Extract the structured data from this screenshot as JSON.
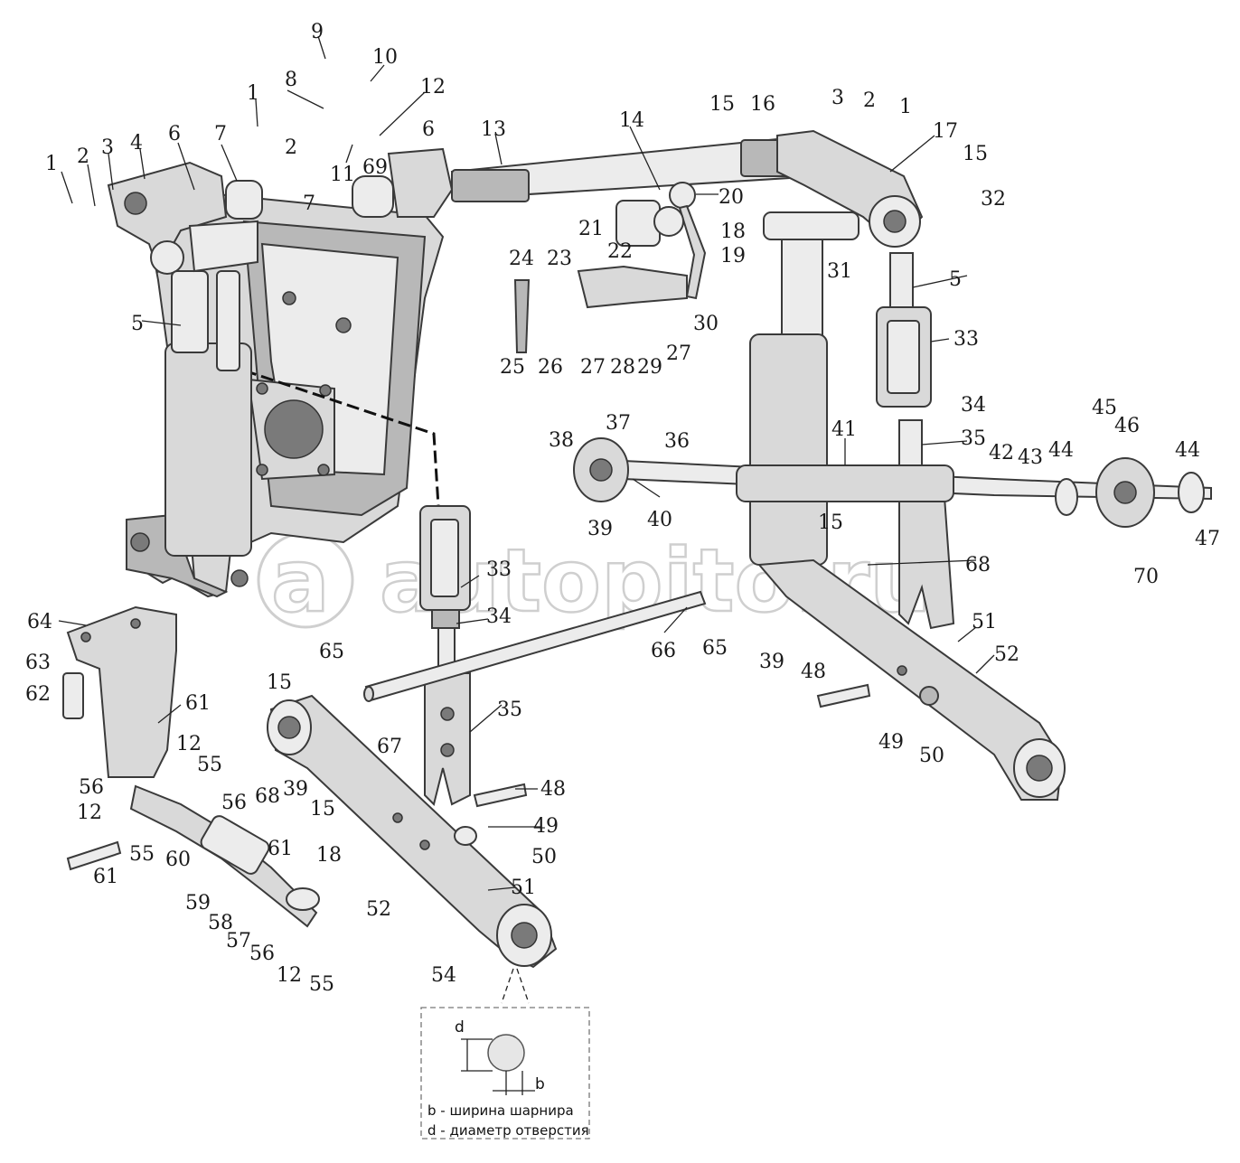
{
  "watermark": "autopito.ru",
  "legend": {
    "b": "b -  ширина шарнира",
    "d": "d - диаметр отверстия",
    "dim_b": "b",
    "dim_d": "d"
  },
  "labels": [
    {
      "n": "1"
    },
    {
      "n": "2"
    },
    {
      "n": "3"
    },
    {
      "n": "4"
    },
    {
      "n": "6"
    },
    {
      "n": "7"
    },
    {
      "n": "1"
    },
    {
      "n": "2"
    },
    {
      "n": "8"
    },
    {
      "n": "9"
    },
    {
      "n": "10"
    },
    {
      "n": "12"
    },
    {
      "n": "11"
    },
    {
      "n": "69"
    },
    {
      "n": "6"
    },
    {
      "n": "7"
    },
    {
      "n": "5"
    },
    {
      "n": "13"
    },
    {
      "n": "14"
    },
    {
      "n": "20"
    },
    {
      "n": "21"
    },
    {
      "n": "22"
    },
    {
      "n": "23"
    },
    {
      "n": "24"
    },
    {
      "n": "25"
    },
    {
      "n": "26"
    },
    {
      "n": "27"
    },
    {
      "n": "28"
    },
    {
      "n": "29"
    },
    {
      "n": "27"
    },
    {
      "n": "30"
    },
    {
      "n": "15"
    },
    {
      "n": "16"
    },
    {
      "n": "3"
    },
    {
      "n": "2"
    },
    {
      "n": "1"
    },
    {
      "n": "17"
    },
    {
      "n": "15"
    },
    {
      "n": "32"
    },
    {
      "n": "18"
    },
    {
      "n": "19"
    },
    {
      "n": "31"
    },
    {
      "n": "5"
    },
    {
      "n": "33"
    },
    {
      "n": "34"
    },
    {
      "n": "35"
    },
    {
      "n": "37"
    },
    {
      "n": "38"
    },
    {
      "n": "36"
    },
    {
      "n": "39"
    },
    {
      "n": "40"
    },
    {
      "n": "41"
    },
    {
      "n": "42"
    },
    {
      "n": "43"
    },
    {
      "n": "44"
    },
    {
      "n": "45"
    },
    {
      "n": "46"
    },
    {
      "n": "44"
    },
    {
      "n": "47"
    },
    {
      "n": "70"
    },
    {
      "n": "15"
    },
    {
      "n": "68"
    },
    {
      "n": "33"
    },
    {
      "n": "34"
    },
    {
      "n": "66"
    },
    {
      "n": "65"
    },
    {
      "n": "39"
    },
    {
      "n": "51"
    },
    {
      "n": "52"
    },
    {
      "n": "48"
    },
    {
      "n": "49"
    },
    {
      "n": "50"
    },
    {
      "n": "64"
    },
    {
      "n": "63"
    },
    {
      "n": "62"
    },
    {
      "n": "61"
    },
    {
      "n": "65"
    },
    {
      "n": "15"
    },
    {
      "n": "35"
    },
    {
      "n": "67"
    },
    {
      "n": "12"
    },
    {
      "n": "55"
    },
    {
      "n": "56"
    },
    {
      "n": "56"
    },
    {
      "n": "68"
    },
    {
      "n": "39"
    },
    {
      "n": "48"
    },
    {
      "n": "12"
    },
    {
      "n": "55"
    },
    {
      "n": "15"
    },
    {
      "n": "49"
    },
    {
      "n": "50"
    },
    {
      "n": "61"
    },
    {
      "n": "18"
    },
    {
      "n": "61"
    },
    {
      "n": "60"
    },
    {
      "n": "59"
    },
    {
      "n": "58"
    },
    {
      "n": "52"
    },
    {
      "n": "51"
    },
    {
      "n": "57"
    },
    {
      "n": "56"
    },
    {
      "n": "12"
    },
    {
      "n": "55"
    },
    {
      "n": "54"
    }
  ]
}
